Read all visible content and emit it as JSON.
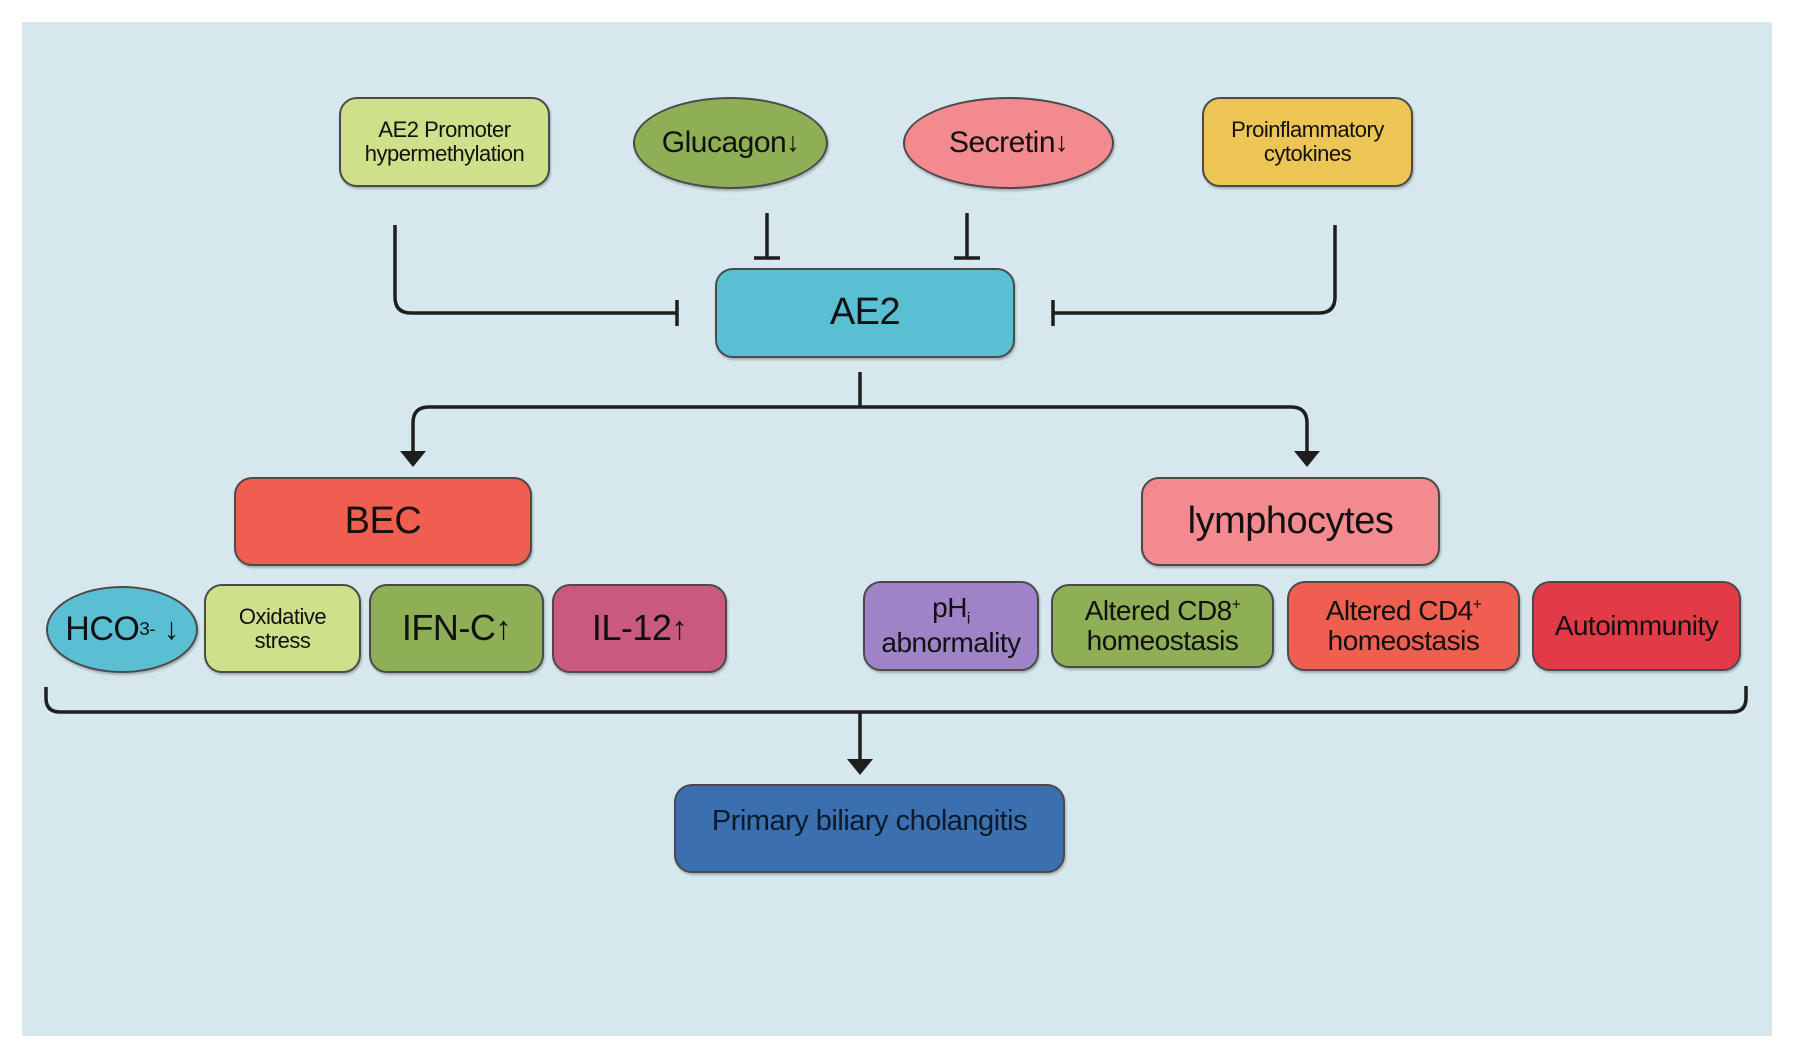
{
  "diagram": {
    "colors": {
      "background": "#d6e8ed",
      "line": "#1e1e1e",
      "ae2": "#5bbfd3",
      "promoter": "#cfe08a",
      "glucagon": "#8eaf55",
      "secretin": "#f38a8f",
      "cytokines": "#ecc555",
      "bec": "#ef5e4f",
      "lymphocytes": "#f38a8f",
      "hco3": "#5bbfd3",
      "oxidative": "#cfe08a",
      "ifn": "#8eaf55",
      "il12": "#c95a7d",
      "phi": "#9e83c7",
      "cd8": "#8eaf55",
      "cd4": "#ef5e4f",
      "autoimmunity": "#e23a47",
      "pbc": "#3a6fb0"
    },
    "regulators": [
      {
        "id": "promoter",
        "lines": [
          "AE2 Promoter",
          "hypermethylation"
        ],
        "shape": "rounded-rect",
        "effect": "inhibits"
      },
      {
        "id": "glucagon",
        "label": "Glucagon",
        "arrow": "↓",
        "shape": "ellipse",
        "effect": "inhibits"
      },
      {
        "id": "secretin",
        "label": "Secretin",
        "arrow": "↓",
        "shape": "ellipse",
        "effect": "inhibits"
      },
      {
        "id": "cytokines",
        "lines": [
          "Proinflammatory",
          "cytokines"
        ],
        "shape": "rounded-rect",
        "effect": "inhibits"
      }
    ],
    "center": {
      "label": "AE2"
    },
    "branches": [
      {
        "label": "BEC"
      },
      {
        "label": "lymphocytes"
      }
    ],
    "bec_effects": [
      {
        "base": "HCO",
        "sub": "3",
        "sup": "-",
        "arrow": "↓"
      },
      {
        "lines": [
          "Oxidative",
          "stress"
        ]
      },
      {
        "label": "IFN-C",
        "arrow": "↑"
      },
      {
        "label": "IL-12",
        "arrow": "↑"
      }
    ],
    "lymphocyte_effects": [
      {
        "base": "pH",
        "sub": "i",
        "line2": "abnormality"
      },
      {
        "line1": "Altered CD8",
        "sup": "+",
        "line2": "homeostasis"
      },
      {
        "line1": "Altered CD4",
        "sup": "+",
        "line2": "homeostasis"
      },
      {
        "label": "Autoimmunity"
      }
    ],
    "outcome": {
      "label": "Primary biliary cholangitis"
    }
  }
}
